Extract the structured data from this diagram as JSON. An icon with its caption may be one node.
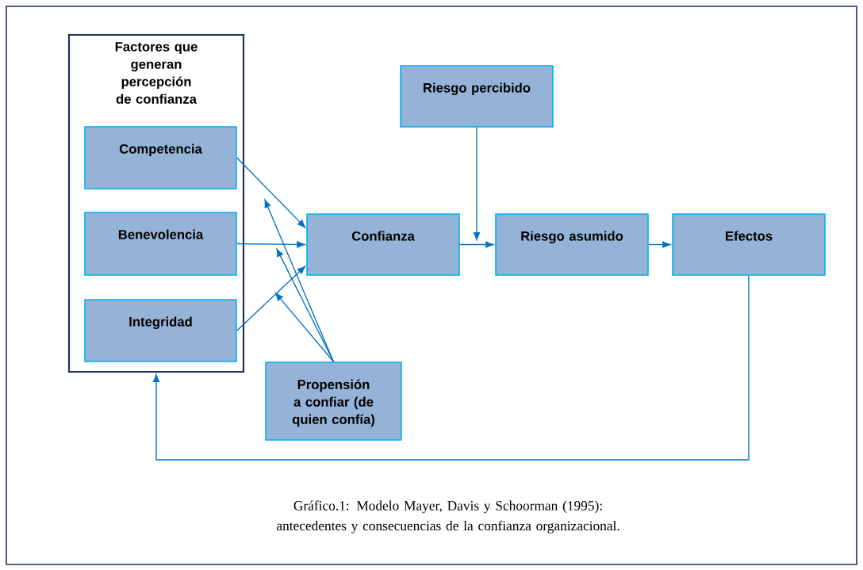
{
  "diagram": {
    "caption": "Gráfico.1: Modelo Mayer, Davis y Schoorman (1995): antecedentes y consecuencias de la confianza organizacional.",
    "nodes": [
      {
        "text": [
          "Factores que generan percepción de confianza"
        ]
      },
      {
        "text": [
          "Competencia"
        ],
        "in": 0
      },
      {
        "text": [
          "Benevolencia"
        ],
        "in": 0
      },
      {
        "text": [
          "Integridad"
        ],
        "in": 0
      },
      {
        "text": [
          "Riesgo percibido"
        ]
      },
      {
        "text": [
          "Confianza"
        ]
      },
      {
        "text": [
          "Riesgo asumido"
        ]
      },
      {
        "text": [
          "Efectos"
        ]
      },
      {
        "text": [
          "Propensión a confiar (de quien confía)"
        ]
      }
    ],
    "edges": [
      {
        "from": 1,
        "to": 5,
        "arrow": "to"
      },
      {
        "from": 2,
        "to": 5,
        "arrow": "to"
      },
      {
        "from": 3,
        "to": 5,
        "arrow": "to"
      },
      {
        "from": 8,
        "to": null,
        "arrow": "to"
      },
      {
        "from": 8,
        "to": null,
        "arrow": "to"
      },
      {
        "from": 8,
        "to": null,
        "arrow": "to"
      },
      {
        "from": 4,
        "to": null,
        "arrow": "to"
      },
      {
        "from": 5,
        "to": 6,
        "arrow": "to"
      },
      {
        "from": 6,
        "to": 7,
        "arrow": "to"
      },
      {
        "from": 7,
        "to": 0,
        "arrow": "to"
      }
    ]
  }
}
